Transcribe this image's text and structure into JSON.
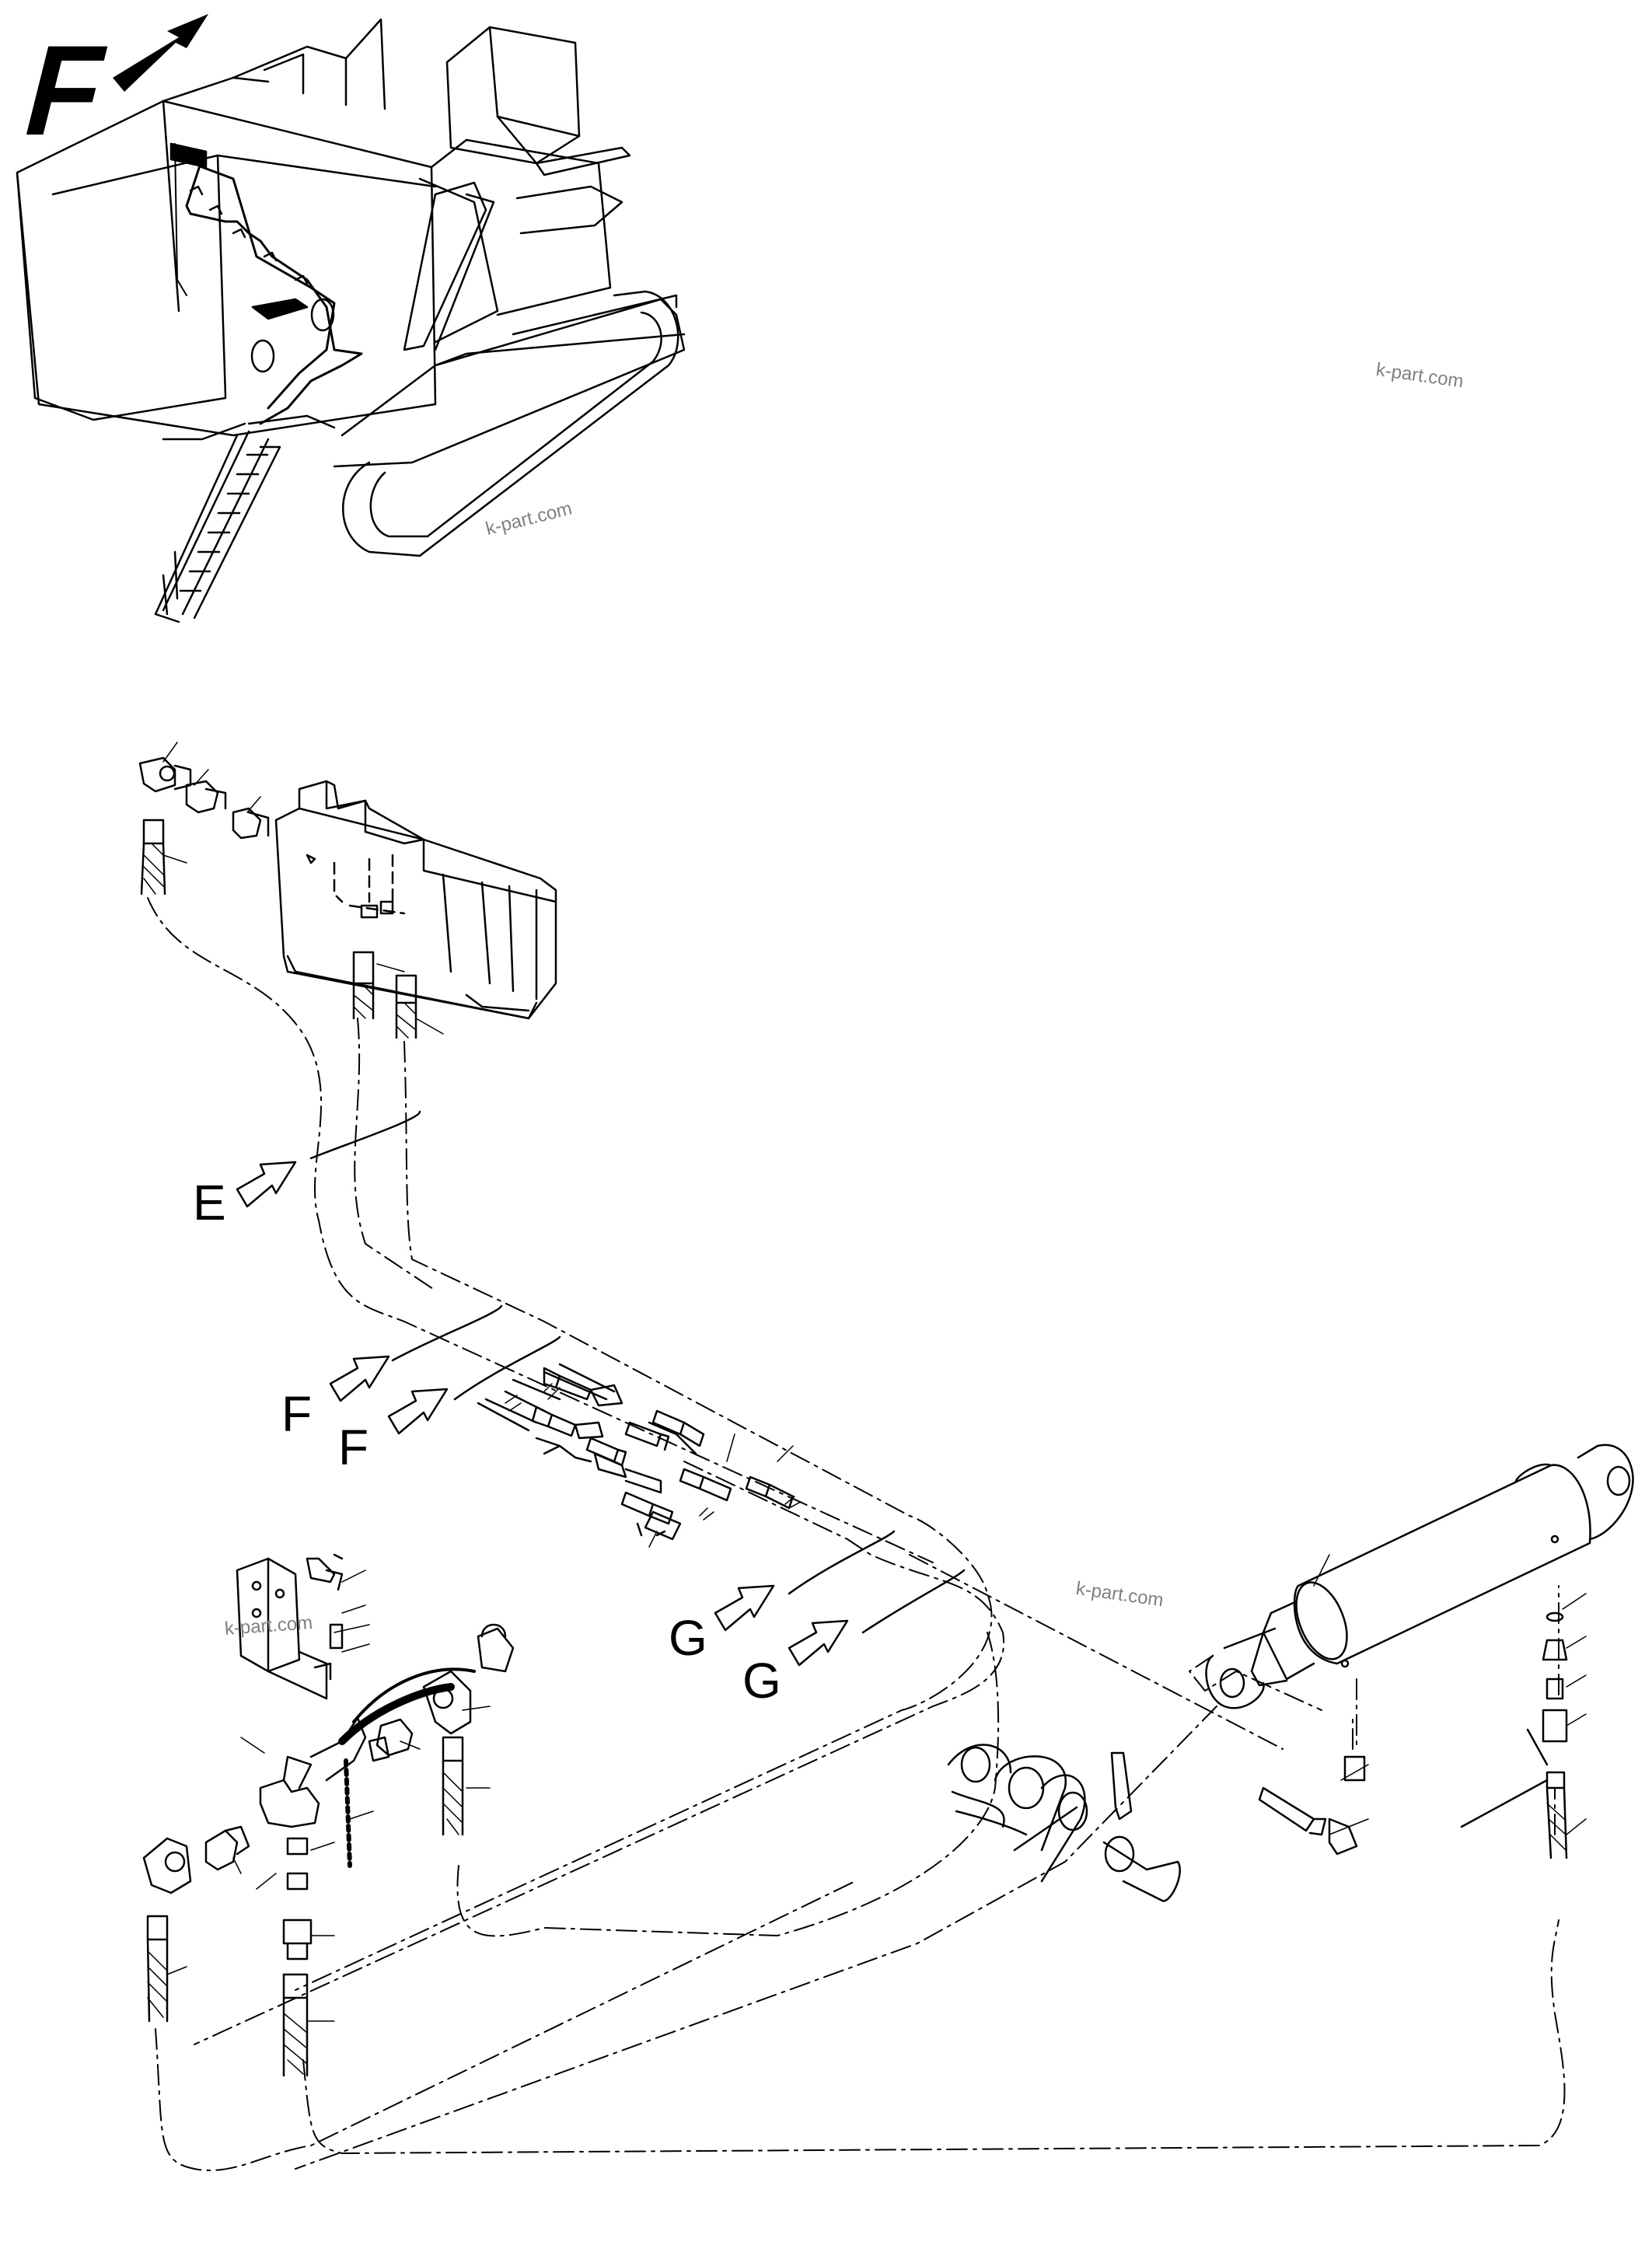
{
  "view": {
    "letter": "F"
  },
  "callouts": [
    "E",
    "F",
    "F",
    "G",
    "G"
  ],
  "watermarks": [
    "k-part.com",
    "k-part.com",
    "k-part.com",
    "k-part.com"
  ]
}
